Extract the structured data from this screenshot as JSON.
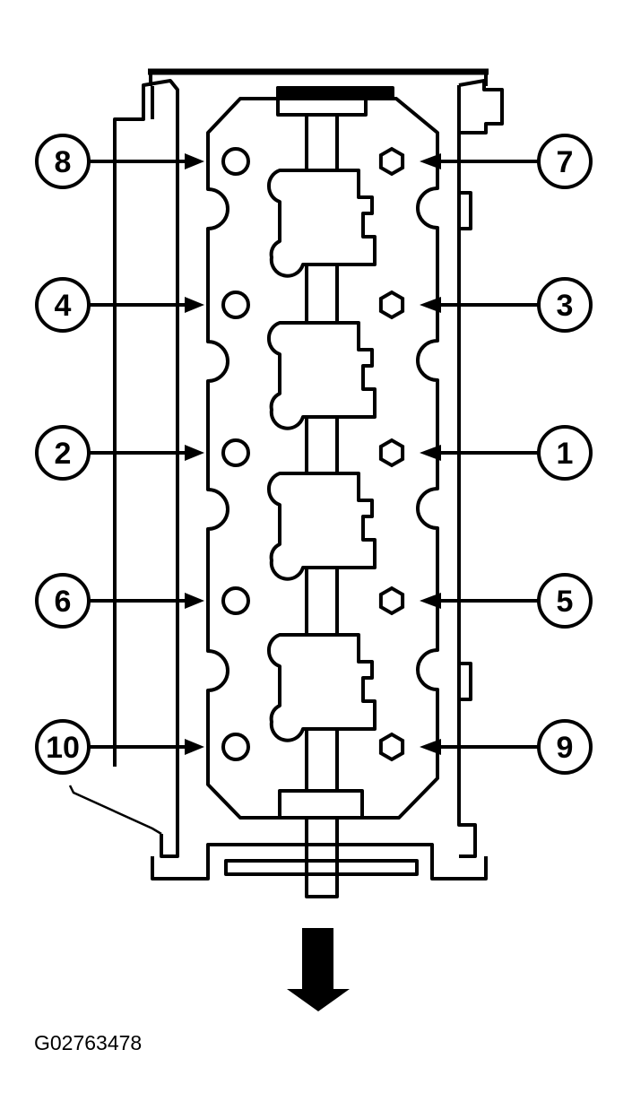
{
  "diagram": {
    "bolt_labels": {
      "left": [
        "8",
        "4",
        "2",
        "6",
        "10"
      ],
      "right": [
        "7",
        "3",
        "1",
        "5",
        "9"
      ]
    },
    "direction_arrow": "down",
    "colors": {
      "line": "#000000",
      "background": "#ffffff"
    }
  },
  "figure_code": "G02763478"
}
